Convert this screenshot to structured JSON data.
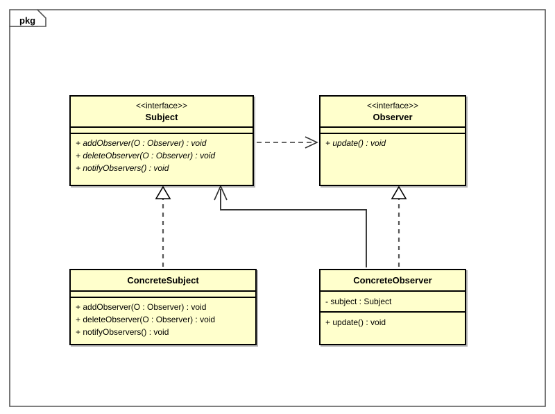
{
  "diagram": {
    "kind": "uml-class-diagram",
    "package_label": "pkg",
    "colors": {
      "class_fill": "#ffffcc",
      "line": "#000000",
      "frame": "#555555",
      "background": "#ffffff"
    }
  },
  "classes": {
    "subject": {
      "stereotype": "<<interface>>",
      "name": "Subject",
      "attributes": [],
      "methods": [
        "+ addObserver(O : Observer) : void",
        "+ deleteObserver(O : Observer) : void",
        "+ notifyObservers() : void"
      ]
    },
    "observer": {
      "stereotype": "<<interface>>",
      "name": "Observer",
      "attributes": [],
      "methods": [
        "+ update() : void"
      ]
    },
    "concrete_subject": {
      "stereotype": "",
      "name": "ConcreteSubject",
      "attributes": [],
      "methods": [
        "+ addObserver(O : Observer) : void",
        "+ deleteObserver(O : Observer) : void",
        "+ notifyObservers() : void"
      ]
    },
    "concrete_observer": {
      "stereotype": "",
      "name": "ConcreteObserver",
      "attributes": [
        "- subject : Subject"
      ],
      "methods": [
        "+ update() : void"
      ]
    }
  },
  "relationships": [
    {
      "id": "subject-depends-observer",
      "type": "dependency",
      "line": "dashed",
      "arrowhead": "open",
      "from": "Subject",
      "to": "Observer",
      "label": ""
    },
    {
      "id": "concretesubject-realizes-subject",
      "type": "realization",
      "line": "dashed",
      "arrowhead": "hollow-triangle",
      "from": "ConcreteSubject",
      "to": "Subject",
      "label": ""
    },
    {
      "id": "concreteobserver-realizes-observer",
      "type": "realization",
      "line": "dashed",
      "arrowhead": "hollow-triangle",
      "from": "ConcreteObserver",
      "to": "Observer",
      "label": ""
    },
    {
      "id": "concreteobserver-associates-subject",
      "type": "association",
      "line": "solid",
      "arrowhead": "open",
      "from": "ConcreteObserver",
      "to": "Subject",
      "label": ""
    }
  ]
}
